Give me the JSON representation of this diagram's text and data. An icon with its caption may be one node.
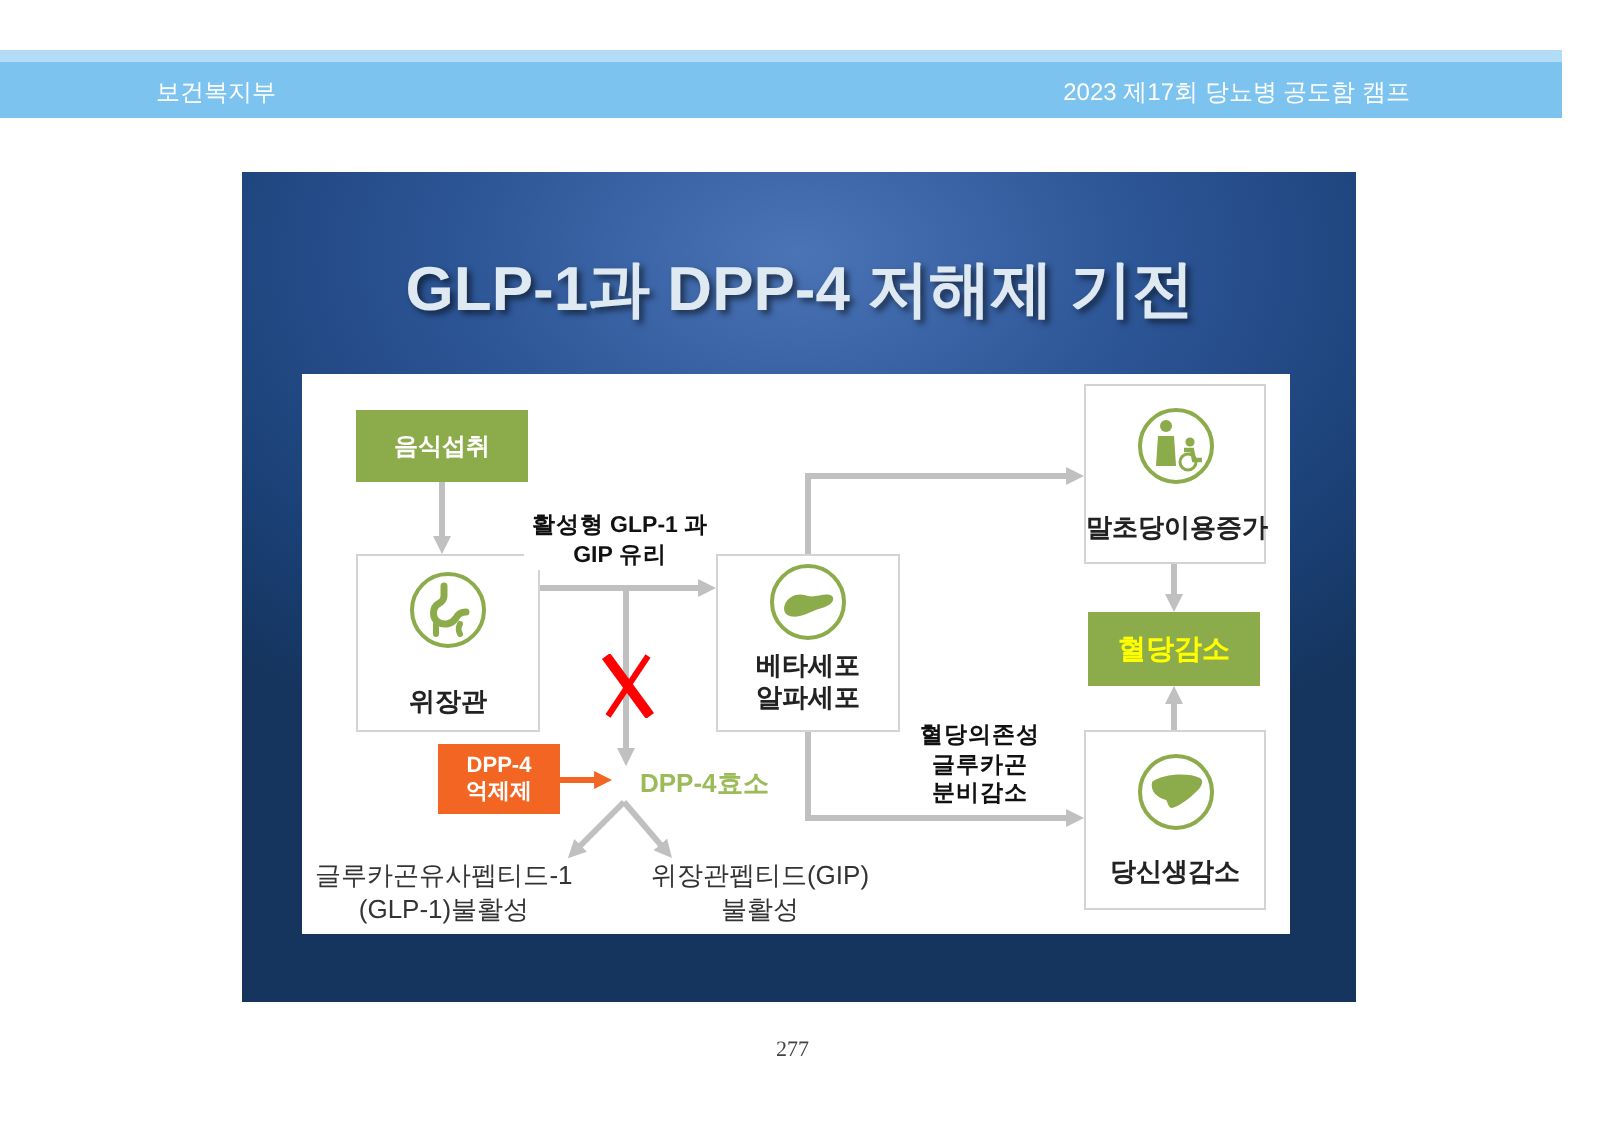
{
  "diagram": {
    "title": "GLP-1과 DPP-4 저해제 기전",
    "nodes": [
      {
        "text": [
          "음식섭취"
        ]
      },
      {
        "text": [
          "위장관"
        ]
      },
      {
        "text": [
          "베타세포 알파세포"
        ]
      },
      {
        "text": [
          "말초당이용증가"
        ]
      },
      {
        "text": [
          "혈당감소"
        ]
      },
      {
        "text": [
          "당신생감소"
        ]
      },
      {
        "text": [
          "DPP-4 억제제"
        ]
      },
      {
        "text": [
          "DPP-4효소"
        ]
      },
      {
        "text": [
          "글루카곤유사펩티드-1 (GLP-1)불활성"
        ]
      },
      {
        "text": [
          "위장관펩티드(GIP) 불활성"
        ]
      }
    ],
    "edges": [
      {
        "from": 0,
        "to": 1,
        "arrow": "to"
      },
      {
        "from": 1,
        "to": 2,
        "arrow": "to",
        "label": "활성형 GLP-1 과 GIP 유리"
      },
      {
        "from": 1,
        "to": 7,
        "arrow": "to"
      },
      {
        "from": 6,
        "to": 7,
        "arrow": "to",
        "color": "#f26522"
      },
      {
        "from": 7,
        "to": 8,
        "arrow": "to"
      },
      {
        "from": 7,
        "to": 9,
        "arrow": "to"
      },
      {
        "from": 2,
        "to": 3,
        "arrow": "to"
      },
      {
        "from": 2,
        "to": 5,
        "arrow": "to",
        "label": "혈당의존성 글루카곤 분비감소"
      },
      {
        "from": 3,
        "to": 4,
        "arrow": "to"
      },
      {
        "from": 5,
        "to": 4,
        "arrow": "to"
      }
    ],
    "labels": [
      "보건복지부",
      "2023 제17회 당뇨병 공도함 캠프",
      "277"
    ]
  }
}
